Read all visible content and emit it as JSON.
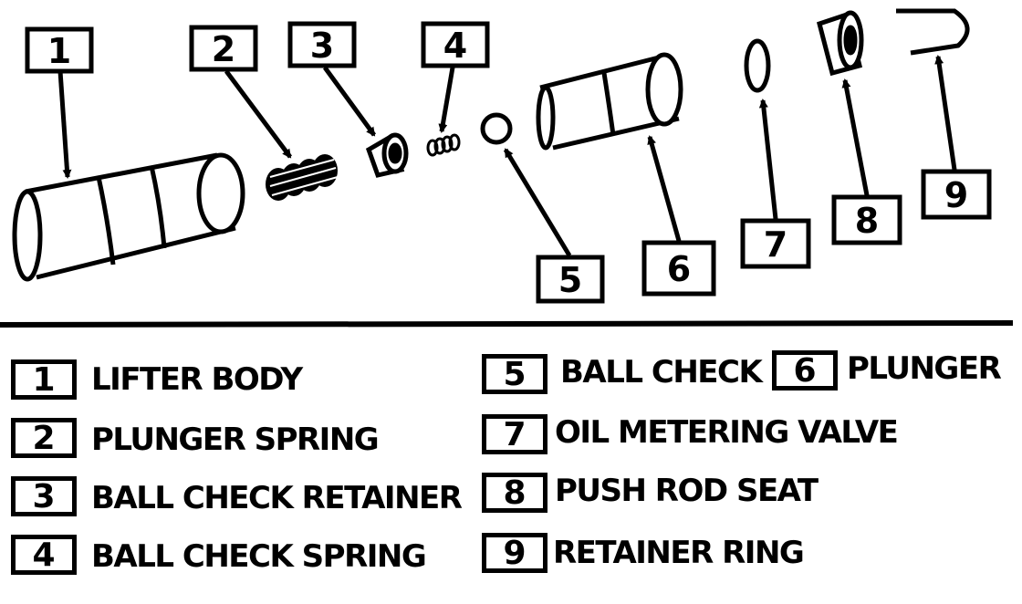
{
  "callouts": {
    "c1": "1",
    "c2": "2",
    "c3": "3",
    "c4": "4",
    "c5": "5",
    "c6": "6",
    "c7": "7",
    "c8": "8",
    "c9": "9"
  },
  "legend": [
    {
      "number": "1",
      "label": "LIFTER BODY"
    },
    {
      "number": "2",
      "label": "PLUNGER SPRING"
    },
    {
      "number": "3",
      "label": "BALL CHECK RETAINER"
    },
    {
      "number": "4",
      "label": "BALL CHECK SPRING"
    },
    {
      "number": "5",
      "label": "BALL CHECK"
    },
    {
      "number": "6",
      "label": "PLUNGER"
    },
    {
      "number": "7",
      "label": "OIL METERING VALVE"
    },
    {
      "number": "8",
      "label": "PUSH ROD SEAT"
    },
    {
      "number": "9",
      "label": "RETAINER RING"
    }
  ],
  "colors": {
    "ink": "#000000",
    "paper": "#ffffff"
  }
}
